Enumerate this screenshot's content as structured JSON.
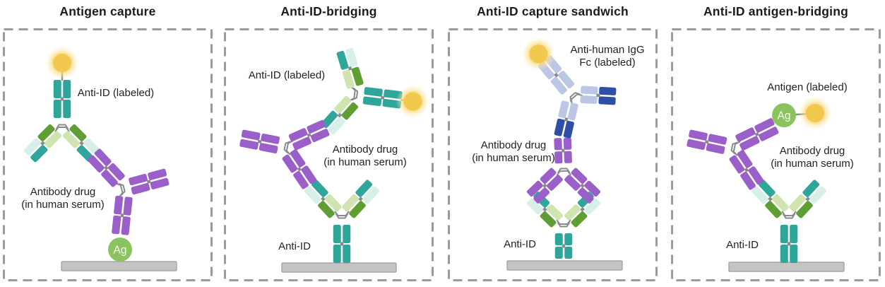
{
  "panels": [
    {
      "title": "Antigen capture",
      "labels": [
        {
          "lines": [
            "Anti-ID (labeled)"
          ]
        },
        {
          "lines": [
            "Antibody drug",
            "(in human serum)"
          ]
        }
      ]
    },
    {
      "title": "Anti-ID-bridging",
      "labels": [
        {
          "lines": [
            "Anti-ID (labeled)"
          ]
        },
        {
          "lines": [
            "Antibody drug",
            "(in human serum)"
          ]
        },
        {
          "lines": [
            "Anti-ID"
          ]
        }
      ]
    },
    {
      "title": "Anti-ID capture sandwich",
      "labels": [
        {
          "lines": [
            "Anti-human IgG",
            "Fc (labeled)"
          ]
        },
        {
          "lines": [
            "Antibody drug",
            "(in human serum)"
          ]
        },
        {
          "lines": [
            "Anti-ID"
          ]
        }
      ]
    },
    {
      "title": "Anti-ID antigen-bridging",
      "labels": [
        {
          "lines": [
            "Antigen (labeled)"
          ]
        },
        {
          "lines": [
            "Antibody drug",
            "(in human serum)"
          ]
        },
        {
          "lines": [
            "Anti-ID"
          ]
        }
      ]
    }
  ],
  "badges": {
    "antigen": "Ag"
  },
  "colors": {
    "teal": "#2FA69A",
    "teal_pale": "#D7EFE9",
    "green_dark": "#5F9E33",
    "green_pale": "#CFE4AF",
    "purple": "#9A5FC9",
    "blue_light": "#BCC7E6",
    "blue_dark": "#2D4FA5",
    "label_yellow": "#F3C84E",
    "antigen_green": "#8BC45E",
    "platform_gray": "#C4C4C4",
    "platform_edge": "#A6A6A6",
    "hinge_gray": "#8A8A8A",
    "border_gray": "#9B9B9B",
    "text": "#1C1C1C"
  }
}
